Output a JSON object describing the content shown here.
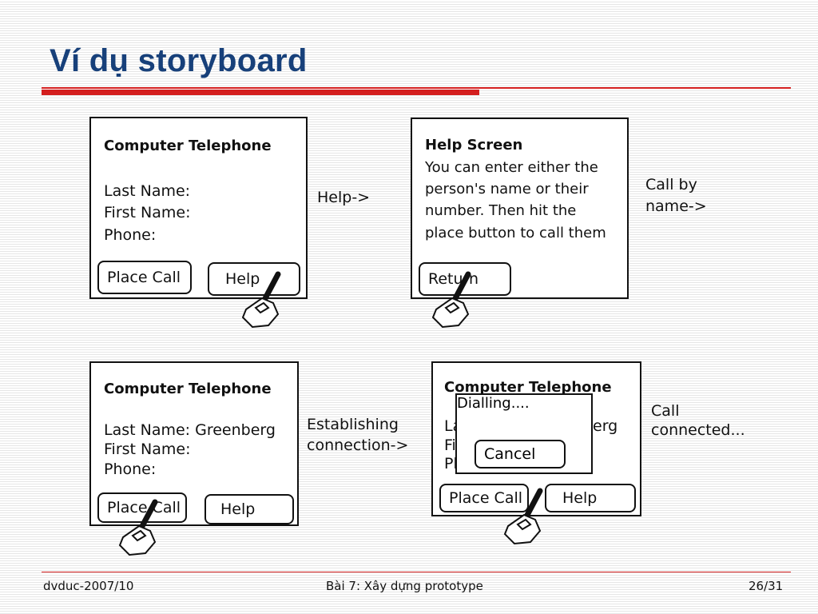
{
  "slide": {
    "title": "Ví dụ storyboard",
    "footer_left": "dvduc-2007/10",
    "footer_center": "Bài 7: Xây dựng prototype",
    "footer_right": "26/31"
  },
  "panel1": {
    "heading": "Computer Telephone",
    "last_name": "Last Name:",
    "first_name": "First Name:",
    "phone": "Phone:",
    "place_call": "Place Call",
    "help": "Help"
  },
  "note1": "Help->",
  "panel2": {
    "heading": "Help Screen",
    "line1": "You can enter either the",
    "line2": "person's name or their",
    "line3": "number. Then hit the",
    "line4": "place button to call them",
    "return": "Return"
  },
  "note2": {
    "line1": "Call by",
    "line2": "name->"
  },
  "panel3": {
    "heading": "Computer Telephone",
    "last_name": "Last Name: Greenberg",
    "first_name": "First Name:",
    "phone": "Phone:",
    "place_call": "Place Call",
    "help": "Help"
  },
  "note3": {
    "line1": "Establishing",
    "line2": "connection->"
  },
  "panel4": {
    "heading": "Computer Telephone",
    "last_name_fragment": "La",
    "last_name_tail": "erg",
    "first_name_fragment": "Fi",
    "phone_fragment": "Ph",
    "dialog_text": "Dialling....",
    "cancel": "Cancel",
    "place_call": "Place Call",
    "help": "Help"
  },
  "note4": {
    "line1": "Call",
    "line2": "connected..."
  },
  "icons": {
    "hand": "pointing-hand-stylus-icon"
  }
}
